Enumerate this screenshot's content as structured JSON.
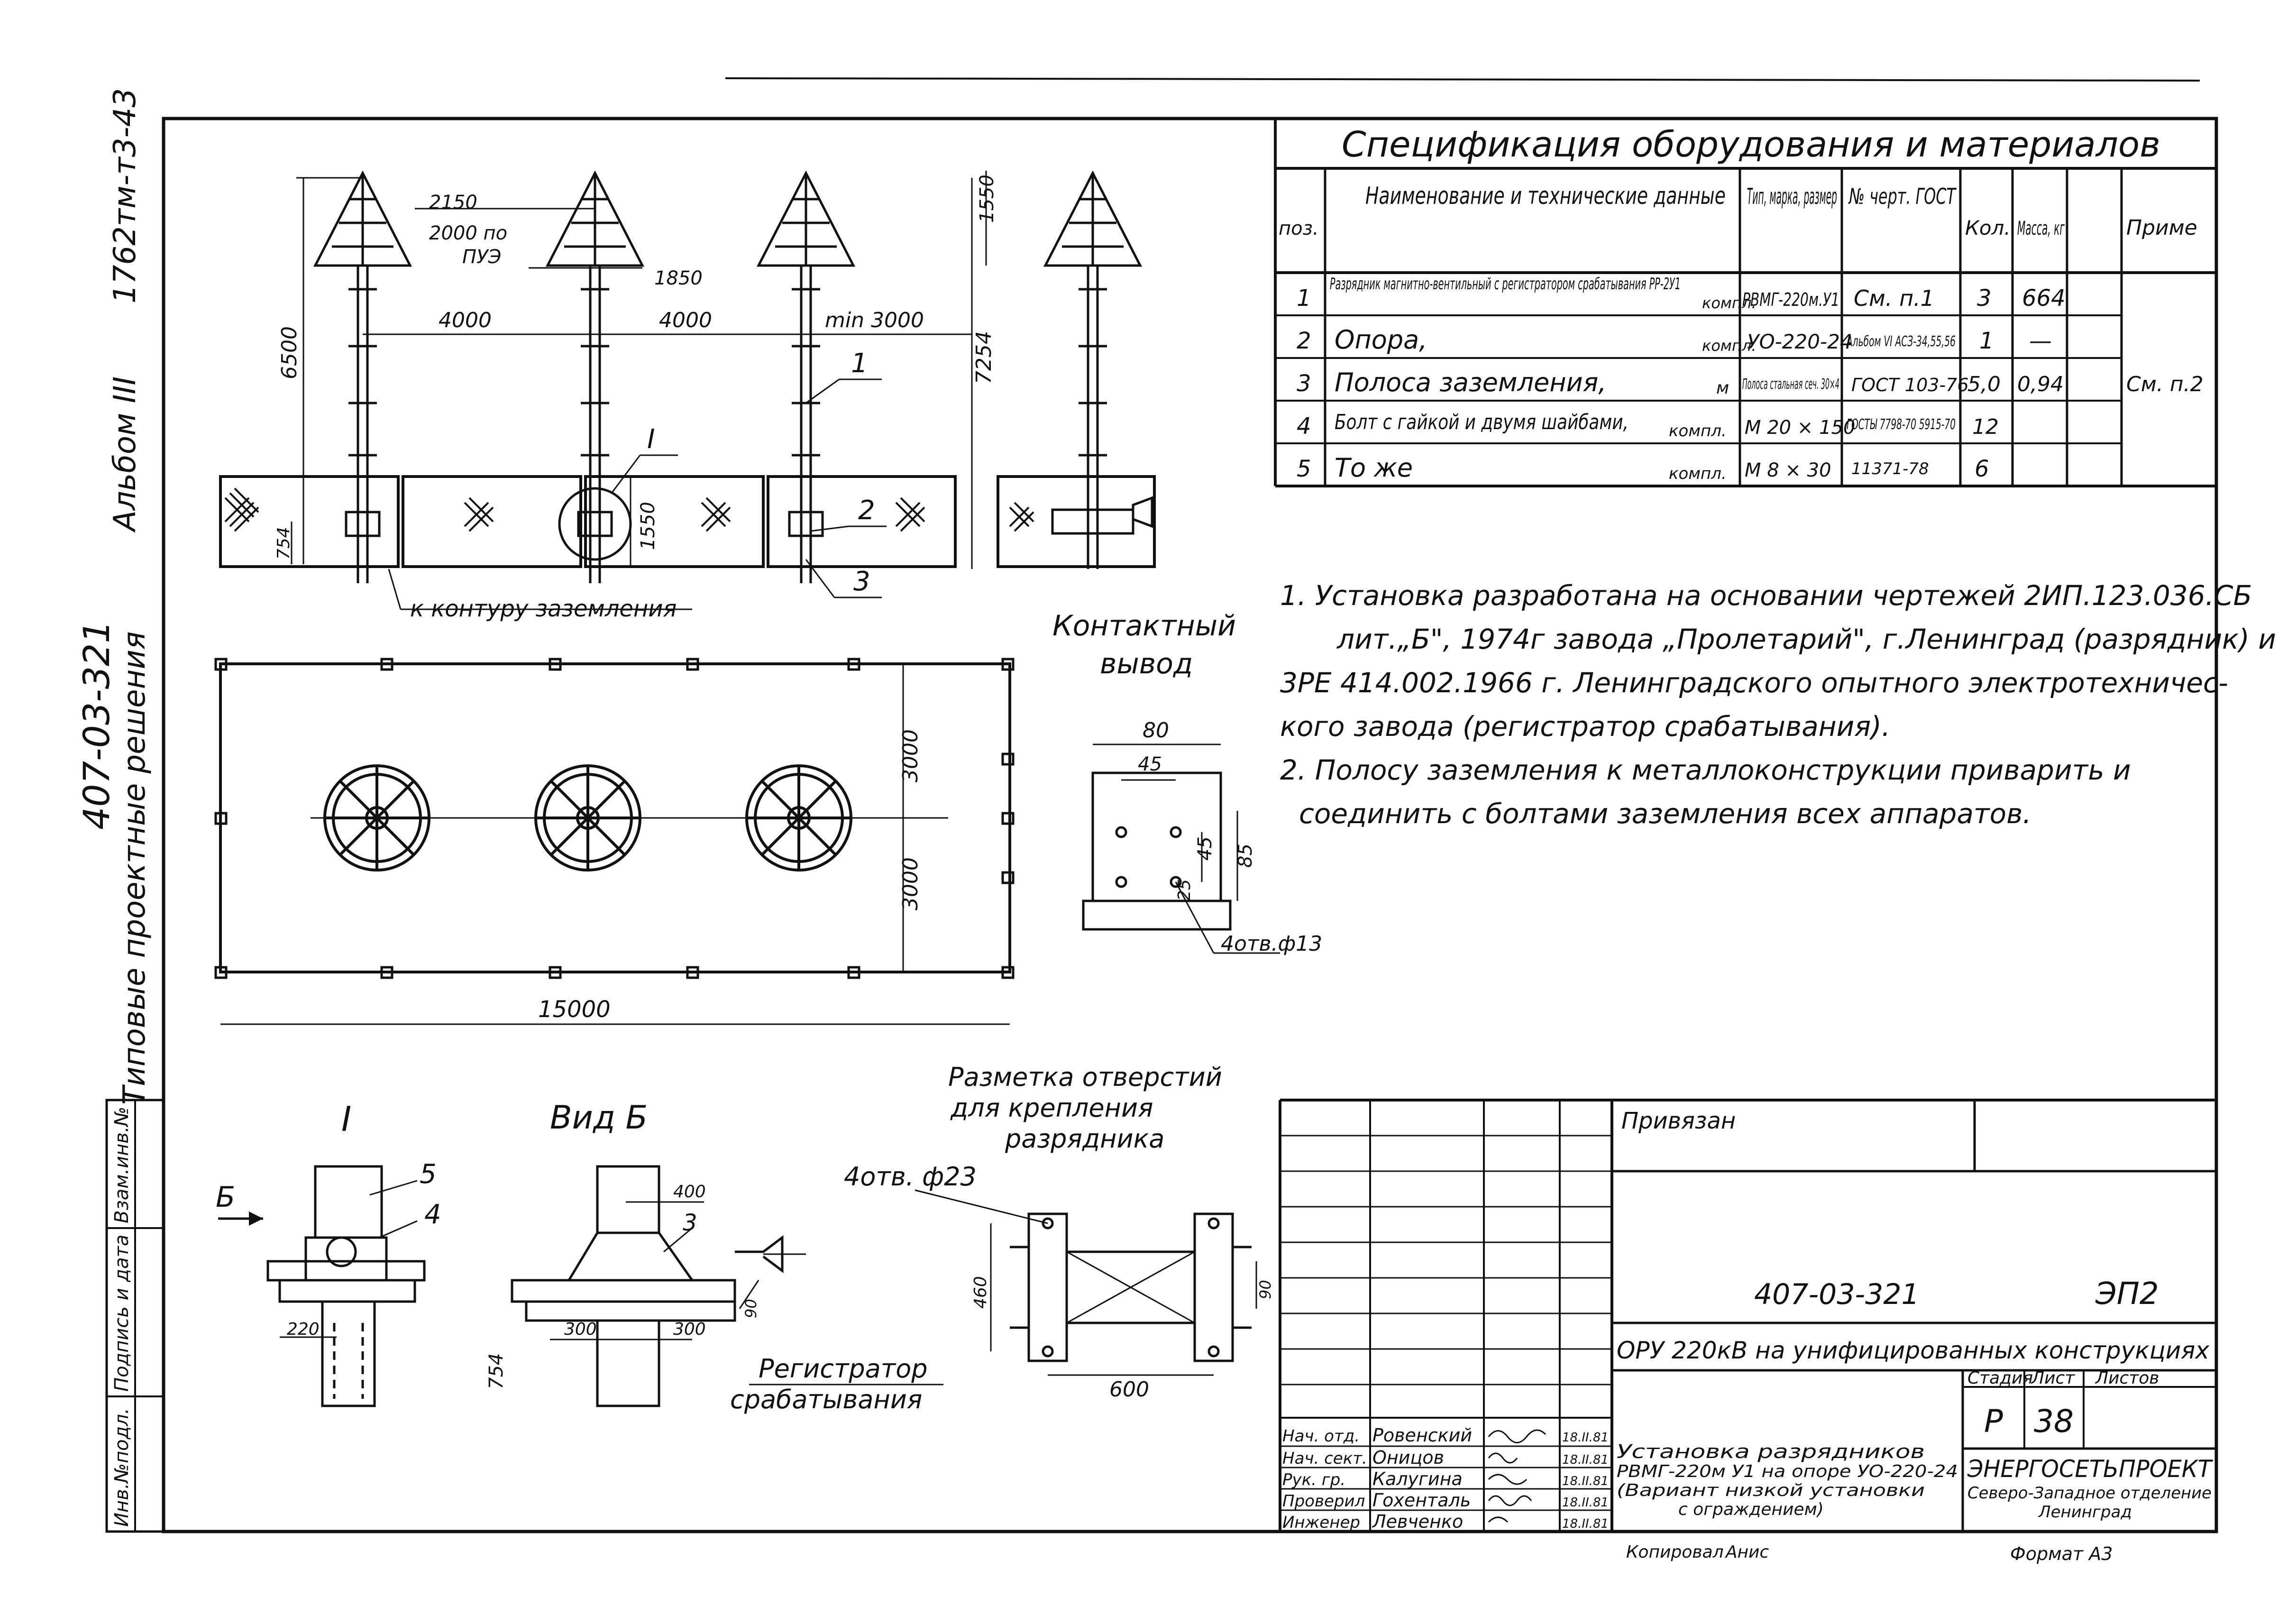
{
  "side": {
    "code_top": "1762тм-т3-43",
    "album": "Альбом III",
    "project_no": "407-03-321",
    "series": "Типовые проектные решения"
  },
  "left_stamp": [
    "Инв.№подл.",
    "Подпись и дата",
    "Взам.инв.№"
  ],
  "spec": {
    "title": "Спецификация оборудования и материалов",
    "headers": [
      "поз.",
      "Наименование и технические данные",
      "Тип, марка, размер",
      "№ черт. ГОСТ",
      "Кол.",
      "Масса, кг",
      "Приме"
    ],
    "rows": [
      {
        "pos": "1",
        "name": "Разрядник магнитно-вентильный с регистратором срабатывания РР-2У1",
        "unit": "компл.",
        "type": "РВМГ-220м.У1",
        "doc": "См. п.1",
        "qty": "3",
        "mass": "664",
        "note": ""
      },
      {
        "pos": "2",
        "name": "Опора,",
        "unit": "компл.",
        "type": "УО-220-24",
        "doc": "Альбом VI АСЗ-34,55,56",
        "qty": "1",
        "mass": "—",
        "note": ""
      },
      {
        "pos": "3",
        "name": "Полоса заземления,",
        "unit": "м",
        "type": "Полоса стальная сеч. 30×4",
        "doc": "ГОСТ 103-76",
        "qty": "5,0",
        "mass": "0,94",
        "note": "См. п.2"
      },
      {
        "pos": "4",
        "name": "Болт с гайкой и двумя шайбами,",
        "unit": "компл.",
        "type": "М 20 × 150",
        "doc": "ГОСТЫ 7798-70 5915-70",
        "qty": "12",
        "mass": "",
        "note": ""
      },
      {
        "pos": "5",
        "name": "То же",
        "unit": "компл.",
        "type": "М 8 × 30",
        "doc": "11371-78",
        "qty": "6",
        "mass": "",
        "note": ""
      }
    ]
  },
  "notes": [
    "1. Установка разработана на основании чертежей 2ИП.123.036.СБ",
    "лит.„Б\", 1974г завода „Пролетарий\", г.Ленинград (разрядник) и",
    "3РЕ 414.002.1966 г. Ленинградского опытного электротехничес-",
    "кого завода (регистратор срабатывания).",
    "2. Полосу заземления к металлоконструкции приварить и",
    "соединить с болтами заземления всех аппаратов."
  ],
  "drawing": {
    "dims": {
      "d2150": "2150",
      "d2000": "2000 по",
      "pue": "ПУЭ",
      "d1850": "1850",
      "d4000a": "4000",
      "d4000b": "4000",
      "min3000": "min 3000",
      "d6500": "6500",
      "d7254": "7254",
      "d1550a": "1550",
      "d1550b": "1550",
      "d754": "754",
      "d3000a": "3000",
      "d3000b": "3000",
      "d15000": "15000",
      "d80": "80",
      "d45a": "45",
      "d45b": "45",
      "d85": "85",
      "d25": "25",
      "d400": "400",
      "d220": "220",
      "d300a": "300",
      "d300b": "300",
      "d460": "460",
      "d600": "600",
      "d90": "90",
      "d754b": "754"
    },
    "callouts": {
      "c1": "1",
      "c2": "2",
      "c3": "3",
      "cI": "I",
      "c4": "4",
      "c5": "5",
      "c3b": "3"
    },
    "labels": {
      "ground": "к контуру заземления",
      "contact_title_1": "Контактный",
      "contact_title_2": "вывод",
      "holes_13": "4отв.ф13",
      "view_I": "I",
      "view_B": "Вид Б",
      "arrow_B": "Б",
      "marking_1": "Разметка отверстий",
      "marking_2": "для крепления",
      "marking_3": "разрядника",
      "holes_23": "4отв. ф23",
      "reg_1": "Регистратор",
      "reg_2": "срабатывания"
    }
  },
  "title_block": {
    "privyazan": "Привязан",
    "doc_no": "407-03-321",
    "sheet_code": "ЭП2",
    "object": "ОРУ 220кВ на унифицированных конструкциях",
    "stage_h": "Стадия",
    "sheet_h": "Лист",
    "sheets_h": "Листов",
    "stage": "Р",
    "sheet": "38",
    "sheets": "",
    "people": [
      {
        "role": "Нач. отд.",
        "name": "Ровенский",
        "date": "18.II.81"
      },
      {
        "role": "Нач. сект.",
        "name": "Оницов",
        "date": "18.II.81"
      },
      {
        "role": "Рук. гр.",
        "name": "Калугина",
        "date": "18.II.81"
      },
      {
        "role": "Проверил",
        "name": "Гохенталь",
        "date": "18.II.81"
      },
      {
        "role": "Инженер",
        "name": "Левченко",
        "date": "18.II.81"
      }
    ],
    "description": [
      "Установка разрядников",
      "РВМГ-220м У1 на опоре УО-220-24",
      "(Вариант низкой установки",
      "с ограждением)"
    ],
    "org_1": "ЭНЕРГОСЕТЬПРОЕКТ",
    "org_2": "Северо-Западное отделение",
    "org_3": "Ленинград",
    "copied": "Копировал",
    "copied_sign": "Анис",
    "format": "Формат А3"
  }
}
